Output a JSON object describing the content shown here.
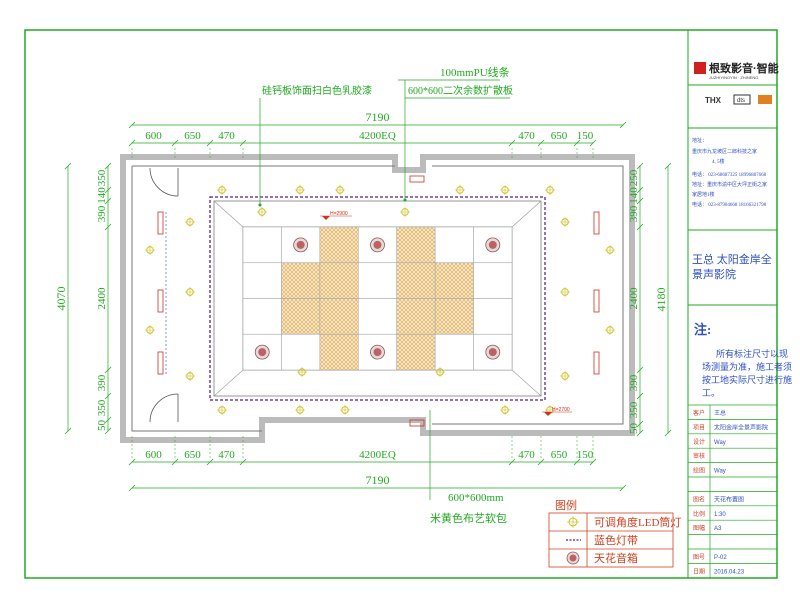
{
  "logo": {
    "text": "根致影音·智能",
    "sub": "JUZHIYINGYIN · ZHINENG"
  },
  "badges": {
    "thx": "THX",
    "logo2": "dts",
    "logo3": "◼"
  },
  "address": {
    "line1": "地址：",
    "line2": "重庆市九龙坡区二郎科技之家",
    "line3": "4, 5楼",
    "line4": "电话：   023-68687325       18996887668",
    "line5": "地址：重庆市渝中区大坪正街之家",
    "line6": "家居地1楼",
    "line7": "电话：   023-87904668       18166321798"
  },
  "project": {
    "line1": "王总  太阳金岸全",
    "line2": "景声影院"
  },
  "note": {
    "title": "注:",
    "line1": "所有标注尺寸以现",
    "line2": "场测量为准，施工者须",
    "line3": "按工地实际尺寸进行施",
    "line4": "工。"
  },
  "titleblock": [
    {
      "label": "客户",
      "value": "王总"
    },
    {
      "label": "项目",
      "value": "太阳金岸全景声影院"
    },
    {
      "label": "设计",
      "value": "Way"
    },
    {
      "label": "审核",
      "value": ""
    },
    {
      "label": "绘图",
      "value": "Way"
    },
    {
      "label": "",
      "value": ""
    },
    {
      "label": "图名",
      "value": "天花布置图"
    },
    {
      "label": "比例",
      "value": "1:30"
    },
    {
      "label": "图幅",
      "value": "A3"
    },
    {
      "label": "",
      "value": ""
    },
    {
      "label": "图号",
      "value": "P-02"
    },
    {
      "label": "日期",
      "value": "2016.04.23"
    }
  ],
  "annotations": {
    "pu": "100mmPU线条",
    "panel": "600*600二次余数扩散板",
    "gypsum": "硅钙板饰面扫白色乳胶漆",
    "fabric_size": "600*600mm",
    "fabric": "米黄色布艺软包",
    "h2900": "H=2900",
    "h2700": "H=2700"
  },
  "dims": {
    "top_total": "7190",
    "top_segments": [
      "600",
      "650",
      "470",
      "4200EQ",
      "470",
      "650",
      "150"
    ],
    "bottom_total": "7190",
    "bottom_segments": [
      "600",
      "650",
      "470",
      "4200EQ",
      "470",
      "650",
      "150"
    ],
    "left_total": "4070",
    "left_segments": [
      "350",
      "140",
      "390",
      "2400",
      "390",
      "350",
      "50"
    ],
    "right_total": "4180",
    "right_segments": [
      "250",
      "140",
      "390",
      "2400",
      "390",
      "350",
      "50"
    ]
  },
  "legend": {
    "title": "图例",
    "items": [
      {
        "label": "可调角度LED筒灯"
      },
      {
        "label": "蓝色灯带"
      },
      {
        "label": "天花音箱"
      }
    ]
  },
  "colors": {
    "frame": "#22aa22",
    "dim": "#22aa22",
    "tile": "#e3b96e",
    "light": "#e6d600",
    "blue": "#3040c0",
    "red": "#d03020",
    "purple": "#7040a0"
  }
}
